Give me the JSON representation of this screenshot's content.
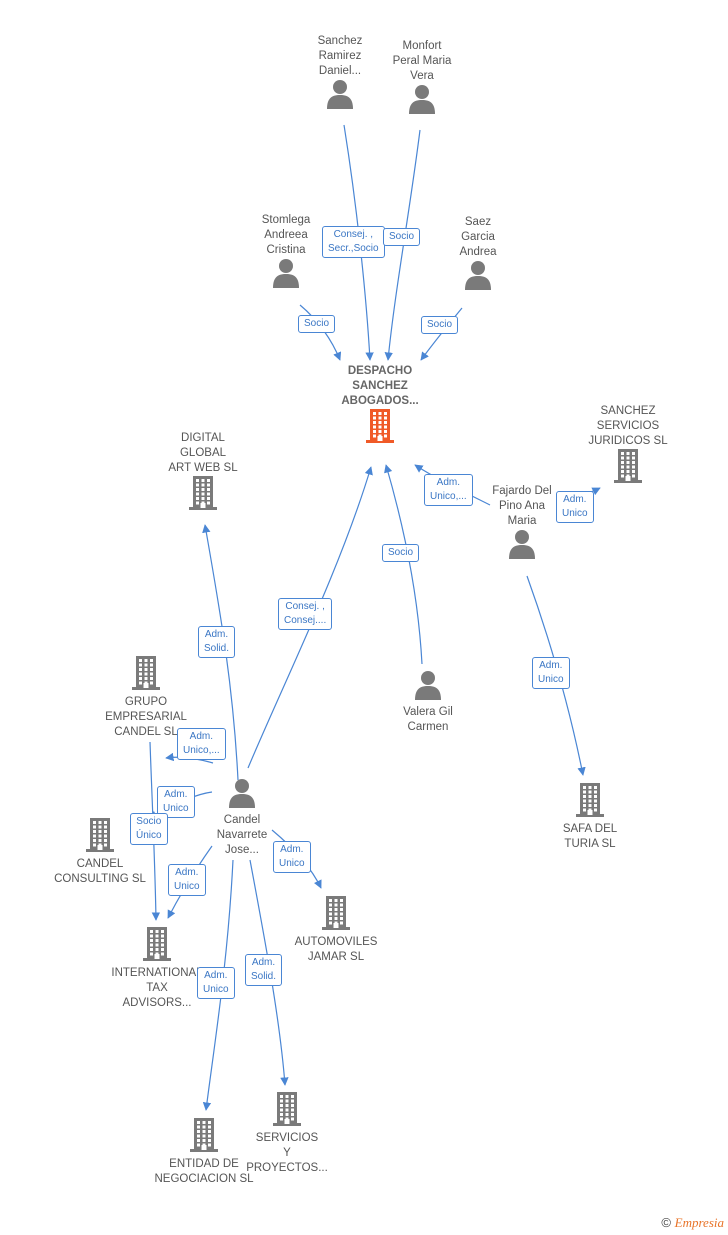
{
  "colors": {
    "edge": "#4a86d4",
    "person": "#7a7a7a",
    "company": "#7a7a7a",
    "main_company": "#f05a28"
  },
  "main_company": {
    "name": "DESPACHO SANCHEZ ABOGADOS...",
    "lines": [
      "DESPACHO",
      "SANCHEZ",
      "ABOGADOS..."
    ],
    "icon": "building-icon"
  },
  "persons": [
    {
      "id": "sanchez-ramirez",
      "lines": [
        "Sanchez",
        "Ramirez",
        "Daniel..."
      ],
      "icon": "person-icon"
    },
    {
      "id": "monfort-peral",
      "lines": [
        "Monfort",
        "Peral Maria",
        "Vera"
      ],
      "icon": "person-icon"
    },
    {
      "id": "stomlega",
      "lines": [
        "Stomlega",
        "Andreea",
        "Cristina"
      ],
      "icon": "person-icon"
    },
    {
      "id": "saez-garcia",
      "lines": [
        "Saez",
        "Garcia",
        "Andrea"
      ],
      "icon": "person-icon"
    },
    {
      "id": "fajardo",
      "lines": [
        "Fajardo Del",
        "Pino Ana",
        "Maria"
      ],
      "icon": "person-icon"
    },
    {
      "id": "valera-gil",
      "lines": [
        "Valera Gil",
        "Carmen"
      ],
      "icon": "person-icon"
    },
    {
      "id": "candel-navarrete",
      "lines": [
        "Candel",
        "Navarrete",
        "Jose..."
      ],
      "icon": "person-icon"
    }
  ],
  "companies": [
    {
      "id": "digital-global",
      "lines": [
        "DIGITAL",
        "GLOBAL",
        "ART WEB SL"
      ],
      "icon": "building-icon"
    },
    {
      "id": "sanchez-servicios",
      "lines": [
        "SANCHEZ",
        "SERVICIOS",
        "JURIDICOS  SL"
      ],
      "icon": "building-icon"
    },
    {
      "id": "grupo-empresarial",
      "lines": [
        "GRUPO",
        "EMPRESARIAL",
        "CANDEL  SL"
      ],
      "icon": "building-icon"
    },
    {
      "id": "candel-consulting",
      "lines": [
        "CANDEL",
        "CONSULTING SL"
      ],
      "icon": "building-icon"
    },
    {
      "id": "international-tax",
      "lines": [
        "INTERNATIONAL",
        "TAX",
        "ADVISORS..."
      ],
      "icon": "building-icon"
    },
    {
      "id": "automoviles-jamar",
      "lines": [
        "AUTOMOVILES",
        "JAMAR SL"
      ],
      "icon": "building-icon"
    },
    {
      "id": "safa-del-turia",
      "lines": [
        "SAFA DEL",
        "TURIA  SL"
      ],
      "icon": "building-icon"
    },
    {
      "id": "entidad-negociacion",
      "lines": [
        "ENTIDAD DE",
        "NEGOCIACION SL"
      ],
      "icon": "building-icon"
    },
    {
      "id": "servicios-proyectos",
      "lines": [
        "SERVICIOS",
        "Y",
        "PROYECTOS..."
      ],
      "icon": "building-icon"
    }
  ],
  "edge_labels": [
    {
      "id": "e-sanchez",
      "lines": [
        "Consej. ,",
        "Secr.,Socio"
      ]
    },
    {
      "id": "e-monfort",
      "lines": [
        "Socio"
      ]
    },
    {
      "id": "e-stomlega",
      "lines": [
        "Socio"
      ]
    },
    {
      "id": "e-saez",
      "lines": [
        "Socio"
      ]
    },
    {
      "id": "e-fajardo-main",
      "lines": [
        "Adm.",
        "Unico,..."
      ]
    },
    {
      "id": "e-fajardo-sanchez",
      "lines": [
        "Adm.",
        "Unico"
      ]
    },
    {
      "id": "e-valera",
      "lines": [
        "Socio"
      ]
    },
    {
      "id": "e-candel-main",
      "lines": [
        "Consej. ,",
        "Consej...."
      ]
    },
    {
      "id": "e-candel-digital",
      "lines": [
        "Adm.",
        "Solid."
      ]
    },
    {
      "id": "e-candel-grupo",
      "lines": [
        "Adm.",
        "Unico,..."
      ]
    },
    {
      "id": "e-candel-consulting",
      "lines": [
        "Adm.",
        "Unico"
      ]
    },
    {
      "id": "e-grupo-international",
      "lines": [
        "Socio",
        "Único"
      ]
    },
    {
      "id": "e-candel-international",
      "lines": [
        "Adm.",
        "Unico"
      ]
    },
    {
      "id": "e-candel-automoviles",
      "lines": [
        "Adm.",
        "Unico"
      ]
    },
    {
      "id": "e-fajardo-safa",
      "lines": [
        "Adm.",
        "Unico"
      ]
    },
    {
      "id": "e-candel-entidad",
      "lines": [
        "Adm.",
        "Unico"
      ]
    },
    {
      "id": "e-candel-servicios",
      "lines": [
        "Adm.",
        "Solid."
      ]
    }
  ],
  "footer": {
    "copyright": "©",
    "brand": "Empresia"
  }
}
